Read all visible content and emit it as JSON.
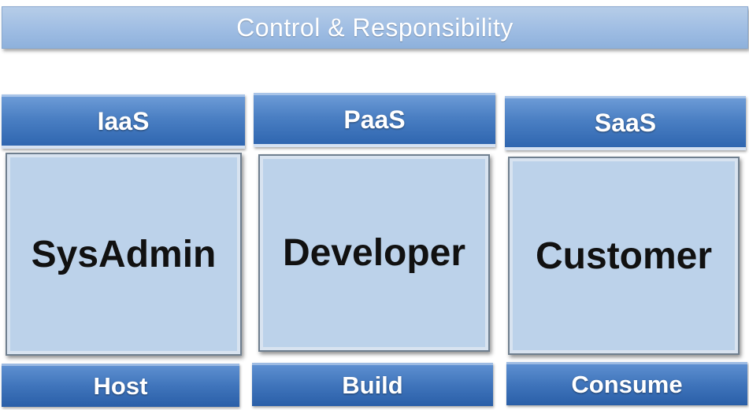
{
  "title": "Control & Responsibility",
  "columns": [
    {
      "model": "IaaS",
      "role": "SysAdmin",
      "action": "Host"
    },
    {
      "model": "PaaS",
      "role": "Developer",
      "action": "Build"
    },
    {
      "model": "SaaS",
      "role": "Customer",
      "action": "Consume"
    }
  ],
  "colors": {
    "banner": "#9fbde3",
    "header": "#4a7fc3",
    "box": "#bcd2ea",
    "footer": "#3f74bb"
  }
}
